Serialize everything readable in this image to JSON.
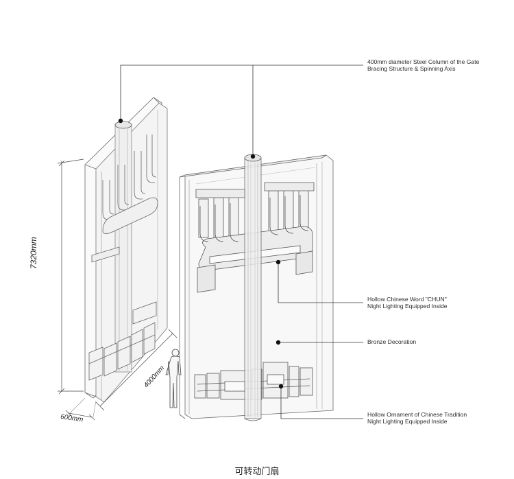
{
  "callouts": {
    "column": {
      "line1": "400mm diameter Steel Column of the Gate",
      "line2": "Bracing Structure & Spinning Axis"
    },
    "chun": {
      "line1": "Hollow Chinese Word \"CHUN\"",
      "line2": "Night Lighting Equipped Inside"
    },
    "bronze": {
      "line1": "Bronze Decoration"
    },
    "ornament": {
      "line1": "Hollow Ornament of Chinese Tradition",
      "line2": "Night Lighting Equipped Inside"
    }
  },
  "dimensions": {
    "height": "7320mm",
    "width": "4000mm",
    "depth": "600mm"
  },
  "caption": "可转动门扇",
  "colors": {
    "line": "#555555",
    "light_line": "#b8b8b8",
    "leader": "#333333",
    "panel_fill": "#f7f7f7"
  }
}
